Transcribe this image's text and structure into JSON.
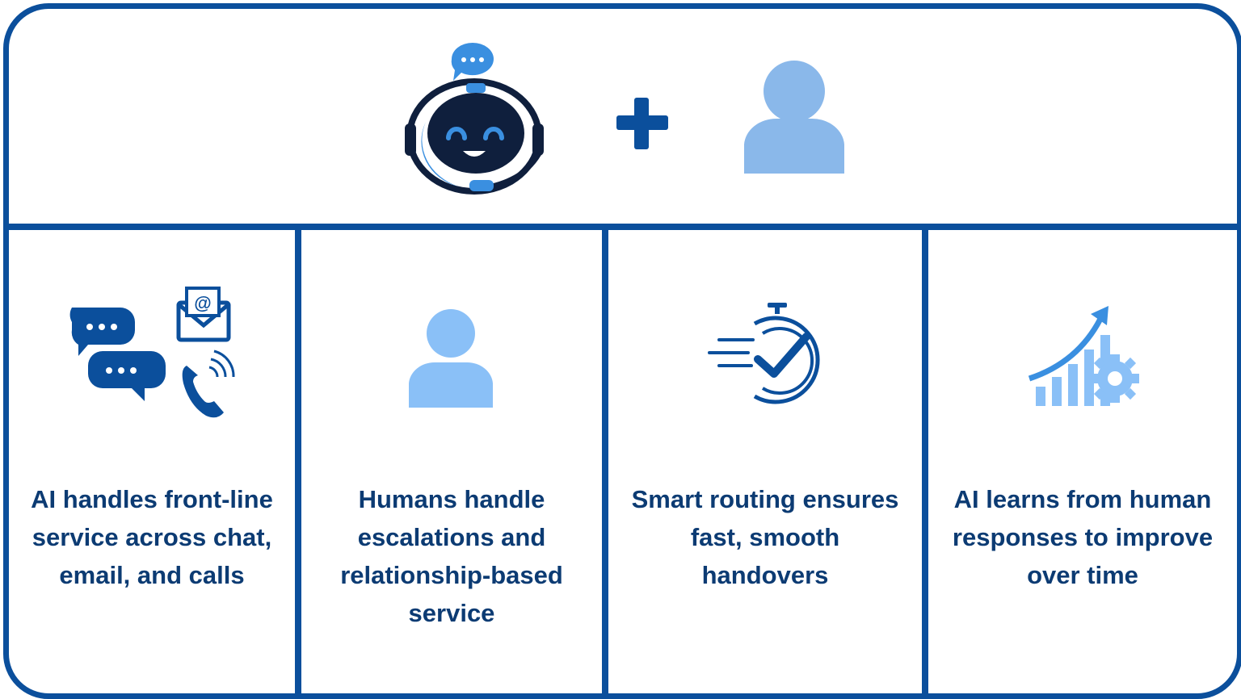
{
  "colors": {
    "border": "#0b4f9c",
    "text": "#0c3b73",
    "icon_dark": "#0b4f9c",
    "icon_light": "#8ac0f7",
    "robot_navy": "#0f1f3d"
  },
  "top": {
    "icons": [
      "robot-agent-icon",
      "plus-icon",
      "person-icon"
    ]
  },
  "columns": [
    {
      "icon": "chat-email-phone-icon",
      "text": "AI handles front-line service across chat, email, and calls"
    },
    {
      "icon": "person-icon",
      "text": "Humans handle escalations and relationship-based service"
    },
    {
      "icon": "stopwatch-check-icon",
      "text": "Smart routing ensures fast, smooth handovers"
    },
    {
      "icon": "growth-gear-icon",
      "text": "AI learns from human responses to improve over time"
    }
  ]
}
